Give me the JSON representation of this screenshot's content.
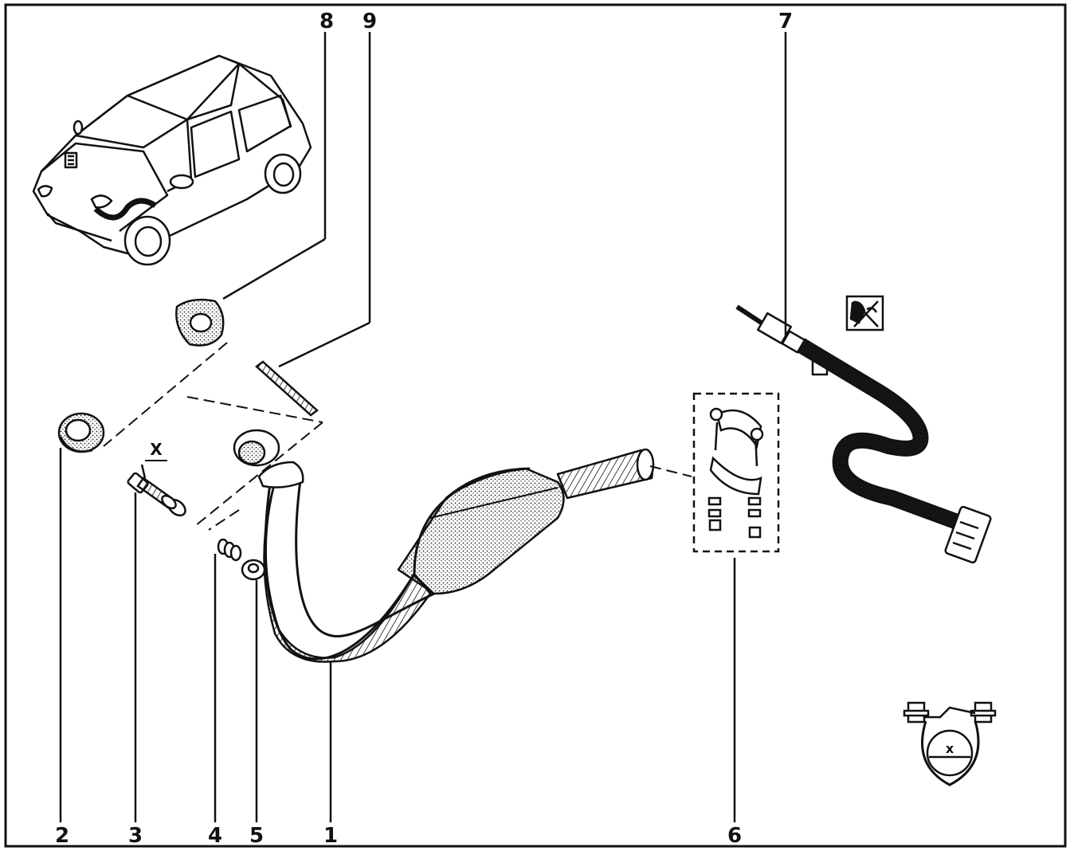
{
  "callouts": {
    "c1": "1",
    "c2": "2",
    "c3": "3",
    "c4": "4",
    "c5": "5",
    "c6": "6",
    "c7": "7",
    "c8": "8",
    "c9": "9"
  },
  "dimension_labels": {
    "bolt_x": "X",
    "clamp_x": "x"
  },
  "icons": {
    "no_grease": "no-grease-warning-icon"
  },
  "colors": {
    "line": "#111111",
    "background": "#ffffff"
  }
}
